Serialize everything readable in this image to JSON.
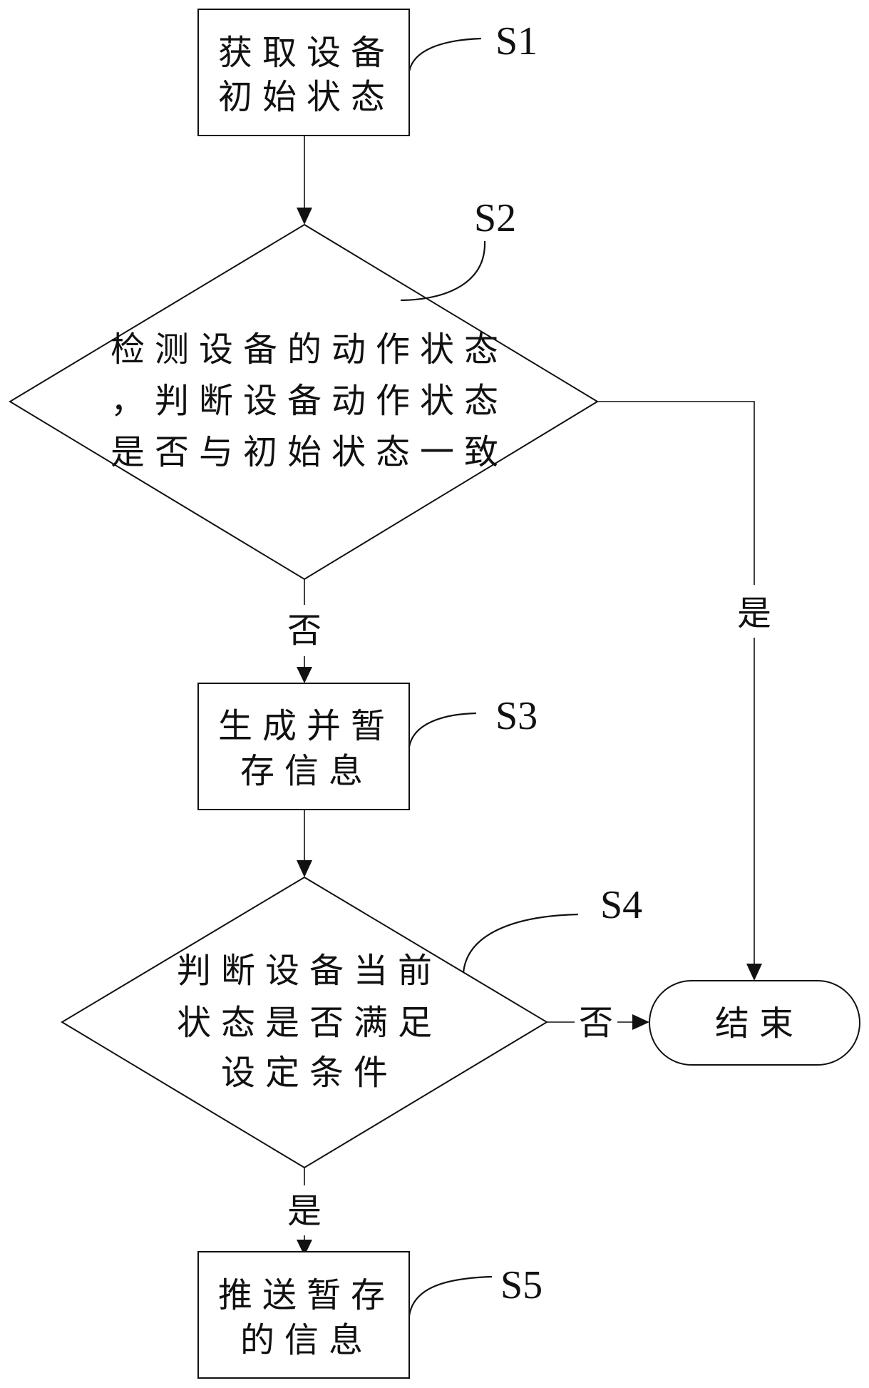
{
  "diagram": {
    "type": "flowchart",
    "nodes": {
      "s1": {
        "step": "S1",
        "shape": "process",
        "lines": [
          "获取设备",
          "初始状态"
        ]
      },
      "s2": {
        "step": "S2",
        "shape": "decision",
        "lines": [
          "检测设备的动作状态",
          "，判断设备动作状态",
          "是否与初始状态一致"
        ]
      },
      "s3": {
        "step": "S3",
        "shape": "process",
        "lines": [
          "生成并暂",
          "存信息"
        ]
      },
      "s4": {
        "step": "S4",
        "shape": "decision",
        "lines": [
          "判断设备当前",
          "状态是否满足",
          "设定条件"
        ]
      },
      "s5": {
        "step": "S5",
        "shape": "process",
        "lines": [
          "推送暂存",
          "的信息"
        ]
      },
      "end": {
        "shape": "terminal",
        "lines": [
          "结束"
        ]
      }
    },
    "edges": [
      {
        "from": "s1",
        "to": "s2",
        "label": ""
      },
      {
        "from": "s2",
        "to": "s3",
        "label": "否"
      },
      {
        "from": "s2",
        "to": "end",
        "label": "是"
      },
      {
        "from": "s3",
        "to": "s4",
        "label": ""
      },
      {
        "from": "s4",
        "to": "end",
        "label": "否"
      },
      {
        "from": "s4",
        "to": "s5",
        "label": "是"
      }
    ]
  }
}
